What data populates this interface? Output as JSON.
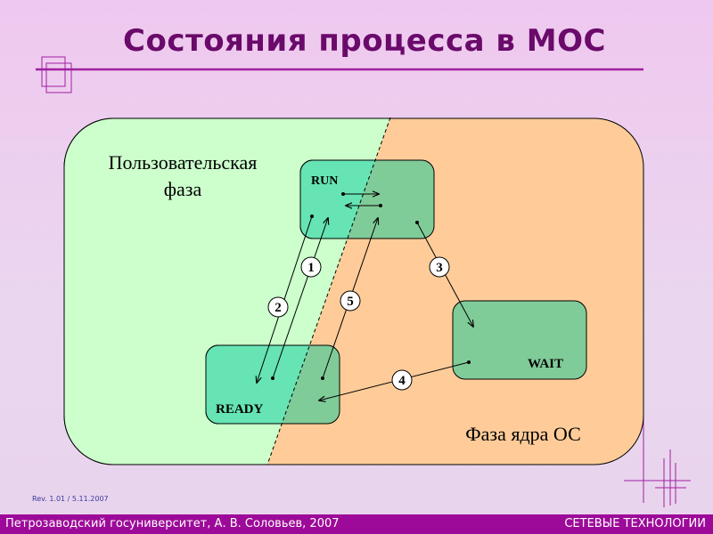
{
  "title": "Состояния процесса в МОС",
  "diagram": {
    "user_phase_label": [
      "Пользовательская",
      "фаза"
    ],
    "kernel_phase_label": "Фаза ядра ОС",
    "states": {
      "run": "RUN",
      "ready": "READY",
      "wait": "WAIT"
    },
    "transitions": [
      "1",
      "2",
      "3",
      "4",
      "5"
    ]
  },
  "revision": "Rev. 1.01 / 5.11.2007",
  "footer": {
    "left": "Петрозаводский госуниверситет, А. В. Соловьев, 2007",
    "right": "СЕТЕВЫЕ ТЕХНОЛОГИИ"
  },
  "colors": {
    "accent": "#9d0a99",
    "title": "#6a0a6a",
    "user_phase": "#ccffcc",
    "kernel_phase": "#ffcc99",
    "state_box": "#80cc99",
    "state_box_user": "#66e4b4"
  }
}
